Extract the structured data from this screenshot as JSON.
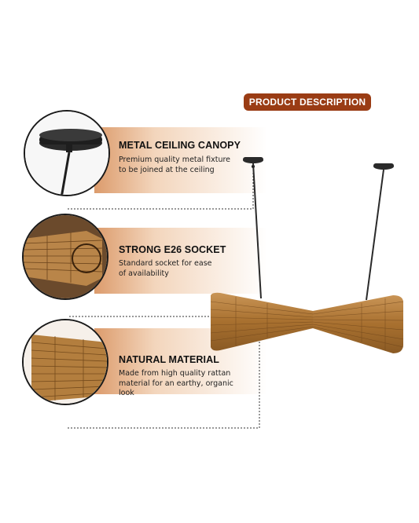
{
  "header": {
    "badge_label": "PRODUCT DESCRIPTION"
  },
  "features": [
    {
      "title": "METAL CEILING CANOPY",
      "description_line1": "Premium quality metal fixture",
      "description_line2": "to be joined at the ceiling",
      "description_line3": ""
    },
    {
      "title": "STRONG E26 SOCKET",
      "description_line1": "Standard socket for ease",
      "description_line2": "of availability",
      "description_line3": ""
    },
    {
      "title": "NATURAL MATERIAL",
      "description_line1": "Made from high quality rattan",
      "description_line2": "material for an earthy, organic",
      "description_line3": "look"
    }
  ],
  "colors": {
    "badge": "#9a3c14",
    "accent_band": "#da9664",
    "rattan": "#b07a3a",
    "metal": "#2a2a2a"
  },
  "icons": [
    "canopy-closeup",
    "socket-closeup",
    "rattan-closeup",
    "pendant-lamp"
  ]
}
